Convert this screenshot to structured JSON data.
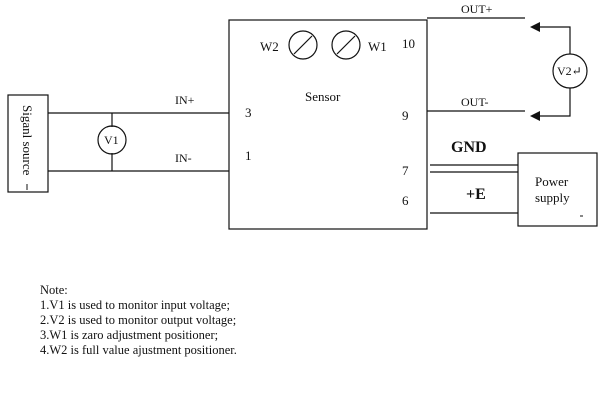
{
  "diagram": {
    "sensor_label": "Sensor",
    "signal_source_label": "Siganl source",
    "power_supply_label_line1": "Power",
    "power_supply_label_line2": "supply",
    "meters": {
      "v1": "V1",
      "v2": "V2↵"
    },
    "trimmers": {
      "w1": "W1",
      "w2": "W2"
    },
    "terminals": {
      "t10": "10",
      "t9": "9",
      "t3": "3",
      "t1": "1",
      "t7": "7",
      "t6": "6"
    },
    "wires": {
      "in_plus": "IN+",
      "in_minus": "IN-",
      "out_plus": "OUT+",
      "out_minus": "OUT-",
      "gnd": "GND",
      "plus_e": "+E"
    }
  },
  "notes": {
    "title": "Note:",
    "items": [
      "1.V1 is used to monitor input voltage;",
      "2.V2 is used to monitor output voltage;",
      "3.W1 is zaro adjustment positioner;",
      "4.W2 is full value ajustment positioner."
    ]
  }
}
